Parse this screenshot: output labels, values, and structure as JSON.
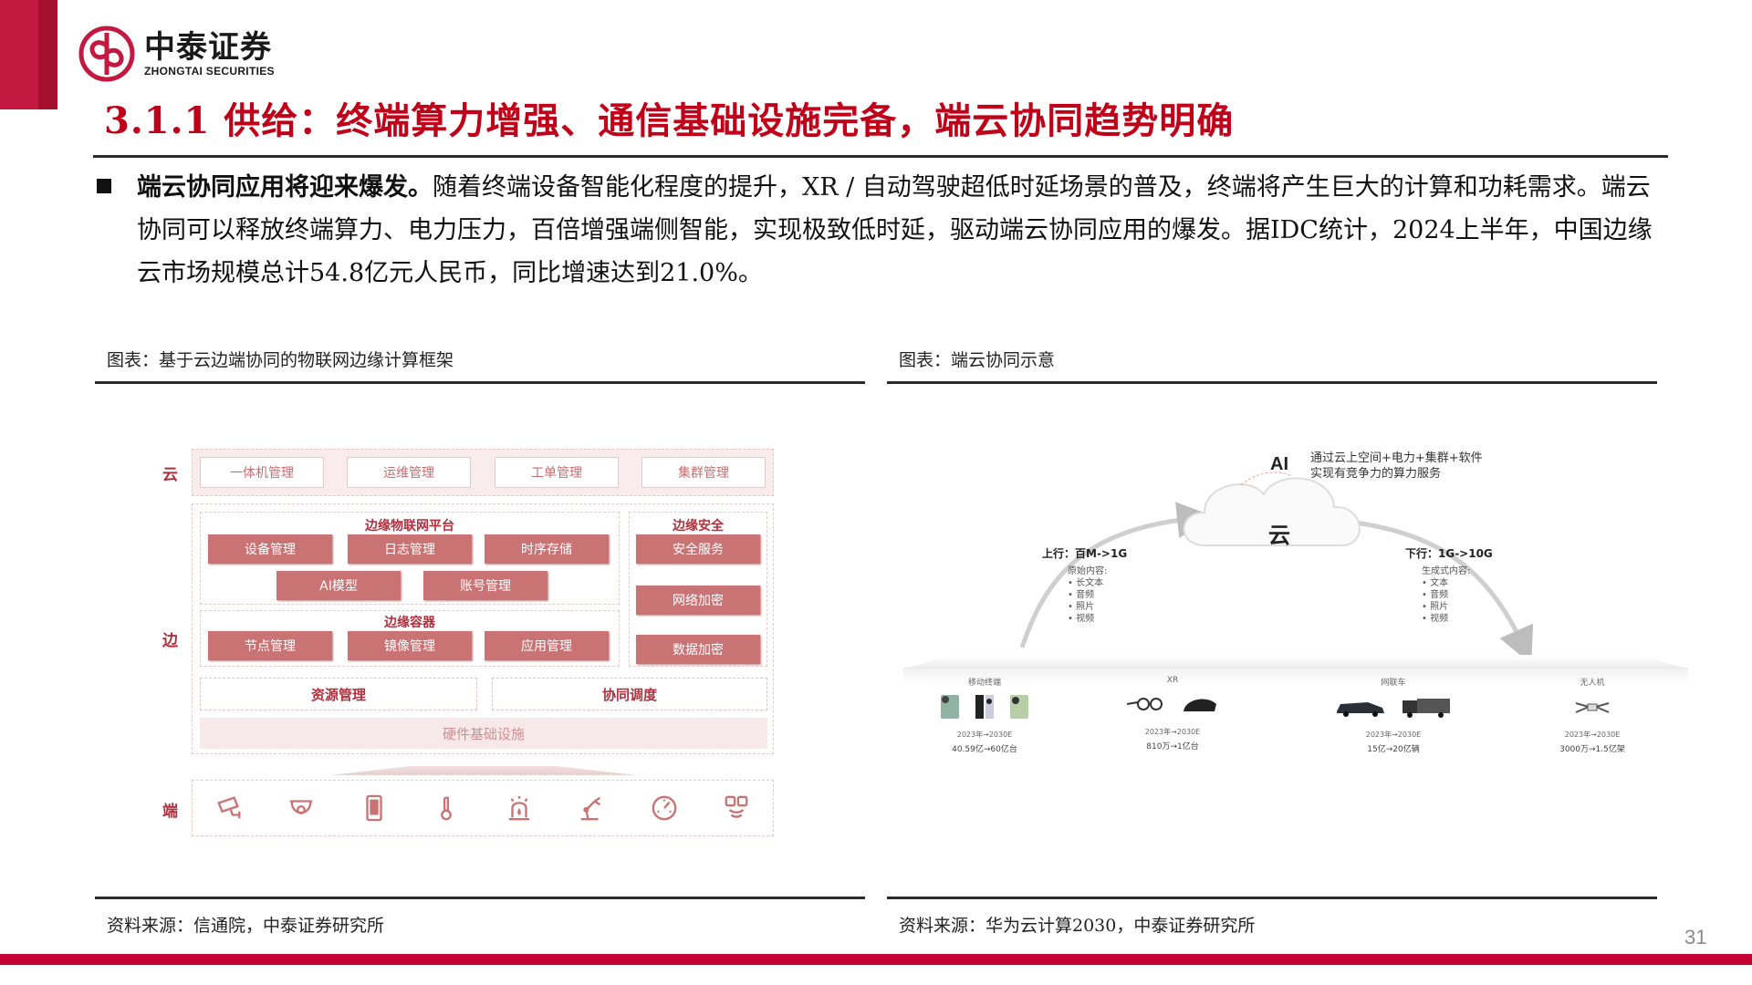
{
  "brand": {
    "name_cn": "中泰证券",
    "name_en": "ZHONGTAI SECURITIES",
    "accent_color": "#c3002f",
    "title_color": "#c00018"
  },
  "header": {
    "title": "3.1.1 供给：终端算力增强、通信基础设施完备，端云协同趋势明确"
  },
  "body": {
    "bullet_lead": "端云协同应用将迎来爆发。",
    "bullet_text": "随着终端设备智能化程度的提升，XR / 自动驾驶超低时延场景的普及，终端将产生巨大的计算和功耗需求。端云协同可以释放终端算力、电力压力，百倍增强端侧智能，实现极致低时延，驱动端云协同应用的爆发。据IDC统计，2024上半年，中国边缘云市场规模总计54.8亿元人民币，同比增速达到21.0%。"
  },
  "figure_left": {
    "caption": "图表：基于云边端协同的物联网边缘计算框架",
    "source": "资料来源：信通院，中泰证券研究所",
    "tiers": {
      "cloud": "云",
      "edge": "边",
      "device": "端"
    },
    "cloud_items": [
      "一体机管理",
      "运维管理",
      "工单管理",
      "集群管理"
    ],
    "iot_platform": {
      "title": "边缘物联网平台",
      "items": [
        "设备管理",
        "日志管理",
        "时序存储",
        "AI模型",
        "账号管理"
      ]
    },
    "edge_security": {
      "title": "边缘安全",
      "items": [
        "安全服务",
        "网络加密",
        "数据加密"
      ]
    },
    "edge_container": {
      "title": "边缘容器",
      "items": [
        "节点管理",
        "镜像管理",
        "应用管理"
      ]
    },
    "resource_mgmt": "资源管理",
    "coordination": "协同调度",
    "hardware": "硬件基础设施",
    "device_icons": [
      "surveillance-camera-icon",
      "dome-camera-icon",
      "tablet-icon",
      "thermometer-icon",
      "alarm-siren-icon",
      "robot-arm-icon",
      "gauge-icon",
      "smart-sensor-icon"
    ]
  },
  "figure_right": {
    "caption": "图表：端云协同示意",
    "source": "资料来源：华为云计算2030，中泰证券研究所",
    "ai_label": "AI",
    "ai_desc_line1": "通过云上空间+电力+集群+软件",
    "ai_desc_line2": "实现有竞争力的算力服务",
    "cloud_label": "云",
    "uplink": {
      "label": "上行：百M->1G",
      "content_title": "原始内容:",
      "items": [
        "长文本",
        "音频",
        "照片",
        "视频"
      ]
    },
    "downlink": {
      "label": "下行：1G->10G",
      "content_title": "生成式内容:",
      "items": [
        "文本",
        "音频",
        "照片",
        "视频"
      ]
    },
    "devices": [
      {
        "name": "移动终端",
        "years": "2023年→2030E",
        "value": "40.59亿→60亿台"
      },
      {
        "name": "XR",
        "years": "2023年→2030E",
        "value": "810万→1亿台"
      },
      {
        "name": "网联车",
        "years": "2023年→2030E",
        "value": "15亿→20亿辆"
      },
      {
        "name": "无人机",
        "years": "2023年→2030E",
        "value": "3000万→1.5亿架"
      }
    ]
  },
  "footer": {
    "page_number": "31"
  }
}
